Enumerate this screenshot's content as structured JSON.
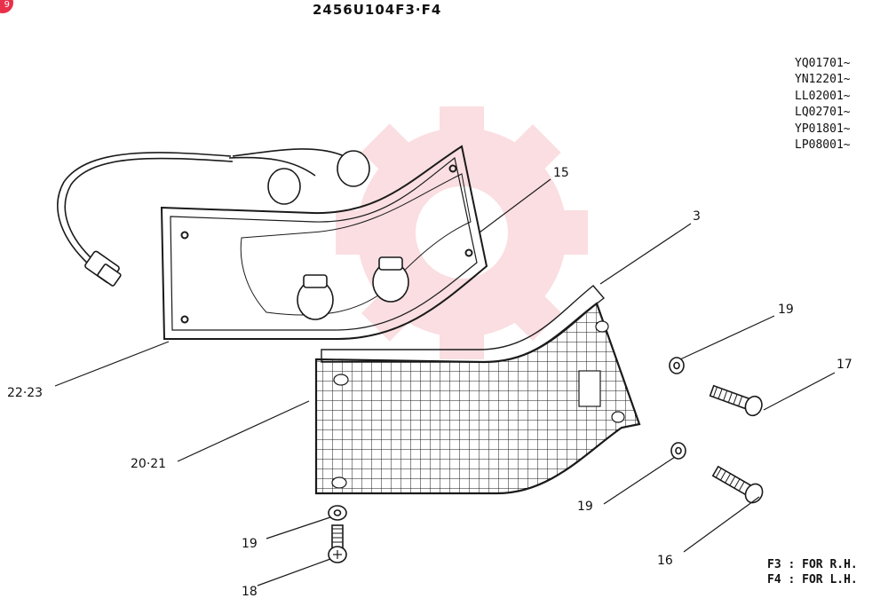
{
  "corner_badge": "9",
  "title": "2456U104F3·F4",
  "serial_ranges": [
    "YQ01701~",
    "YN12201~",
    "LL02001~",
    "LQ02701~",
    "YP01801~",
    "LP08001~"
  ],
  "callouts": {
    "lamp_base": "22·23",
    "lens": "20·21",
    "bulb": "15",
    "gasket": "3",
    "washer_top": "19",
    "screw_top": "17",
    "washer_mid": "19",
    "screw_mid": "16",
    "washer_bottom": "19",
    "screw_bottom": "18"
  },
  "notes": [
    "F3 : FOR R.H.",
    "F4 : FOR L.H."
  ],
  "colors": {
    "line": "#1a1a1a",
    "watermark": "#f08a95"
  }
}
